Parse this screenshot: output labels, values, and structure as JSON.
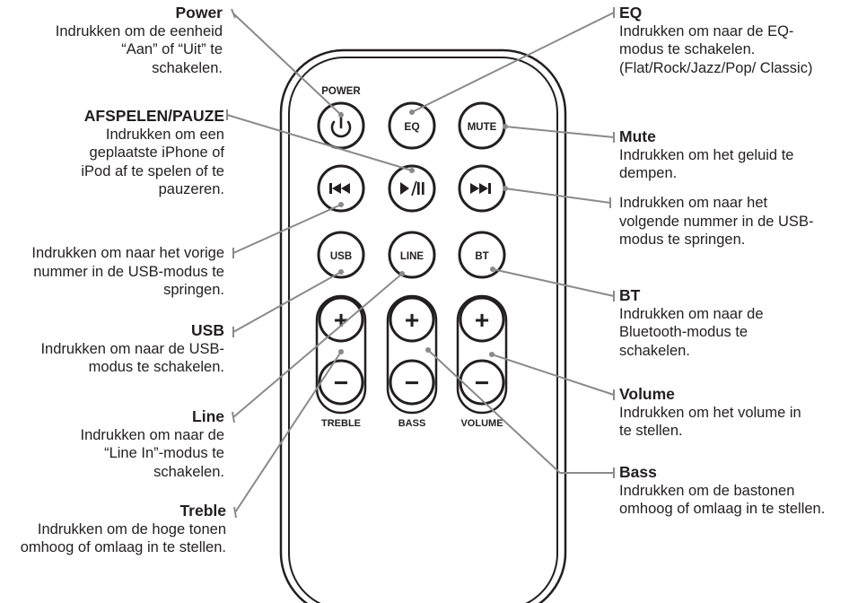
{
  "remote": {
    "power_label": "POWER",
    "eq_label": "EQ",
    "mute_label": "MUTE",
    "usb_label": "USB",
    "line_label": "LINE",
    "bt_label": "BT",
    "plus": "+",
    "minus": "−",
    "treble_label": "TREBLE",
    "bass_label": "BASS",
    "volume_label": "VOLUME",
    "prev_glyph": "⏮",
    "playpause_glyph": "▶/II",
    "next_glyph": "⏭",
    "power_icon": "power-icon",
    "prev_icon": "previous-track-icon",
    "playpause_icon": "play-pause-icon",
    "next_icon": "next-track-icon"
  },
  "callouts": {
    "power": {
      "title": "Power",
      "text": "Indrukken om de eenheid “Aan” of “Uit” te schakelen."
    },
    "play": {
      "title": "AFSPELEN/PAUZE",
      "text": "Indrukken om een geplaatste iPhone of iPod af te spelen of te pauzeren."
    },
    "prev": {
      "title": "",
      "text": "Indrukken om naar het vorige nummer in de USB-modus te springen."
    },
    "usb": {
      "title": "USB",
      "text": "Indrukken om naar de USB-modus te schakelen."
    },
    "line": {
      "title": "Line",
      "text": "Indrukken om naar de “Line In”-modus te schakelen."
    },
    "treble": {
      "title": "Treble",
      "text": "Indrukken om de hoge tonen omhoog of omlaag in te stellen."
    },
    "eq": {
      "title": "EQ",
      "text": "Indrukken om naar de EQ-modus te schakelen. (Flat/Rock/Jazz/Pop/ Classic)"
    },
    "mute": {
      "title": "Mute",
      "text": "Indrukken om het geluid te dempen."
    },
    "next": {
      "title": "",
      "text": "Indrukken om naar het volgende nummer in de USB-modus te springen."
    },
    "bt": {
      "title": "BT",
      "text": "Indrukken om naar de Bluetooth-modus te schakelen."
    },
    "volume": {
      "title": "Volume",
      "text": "Indrukken om het volume in te stellen."
    },
    "bass": {
      "title": "Bass",
      "text": "Indrukken om de bastonen omhoog of omlaag in te stellen."
    }
  },
  "colors": {
    "ink": "#231f20",
    "leader": "#8a8a8a"
  }
}
